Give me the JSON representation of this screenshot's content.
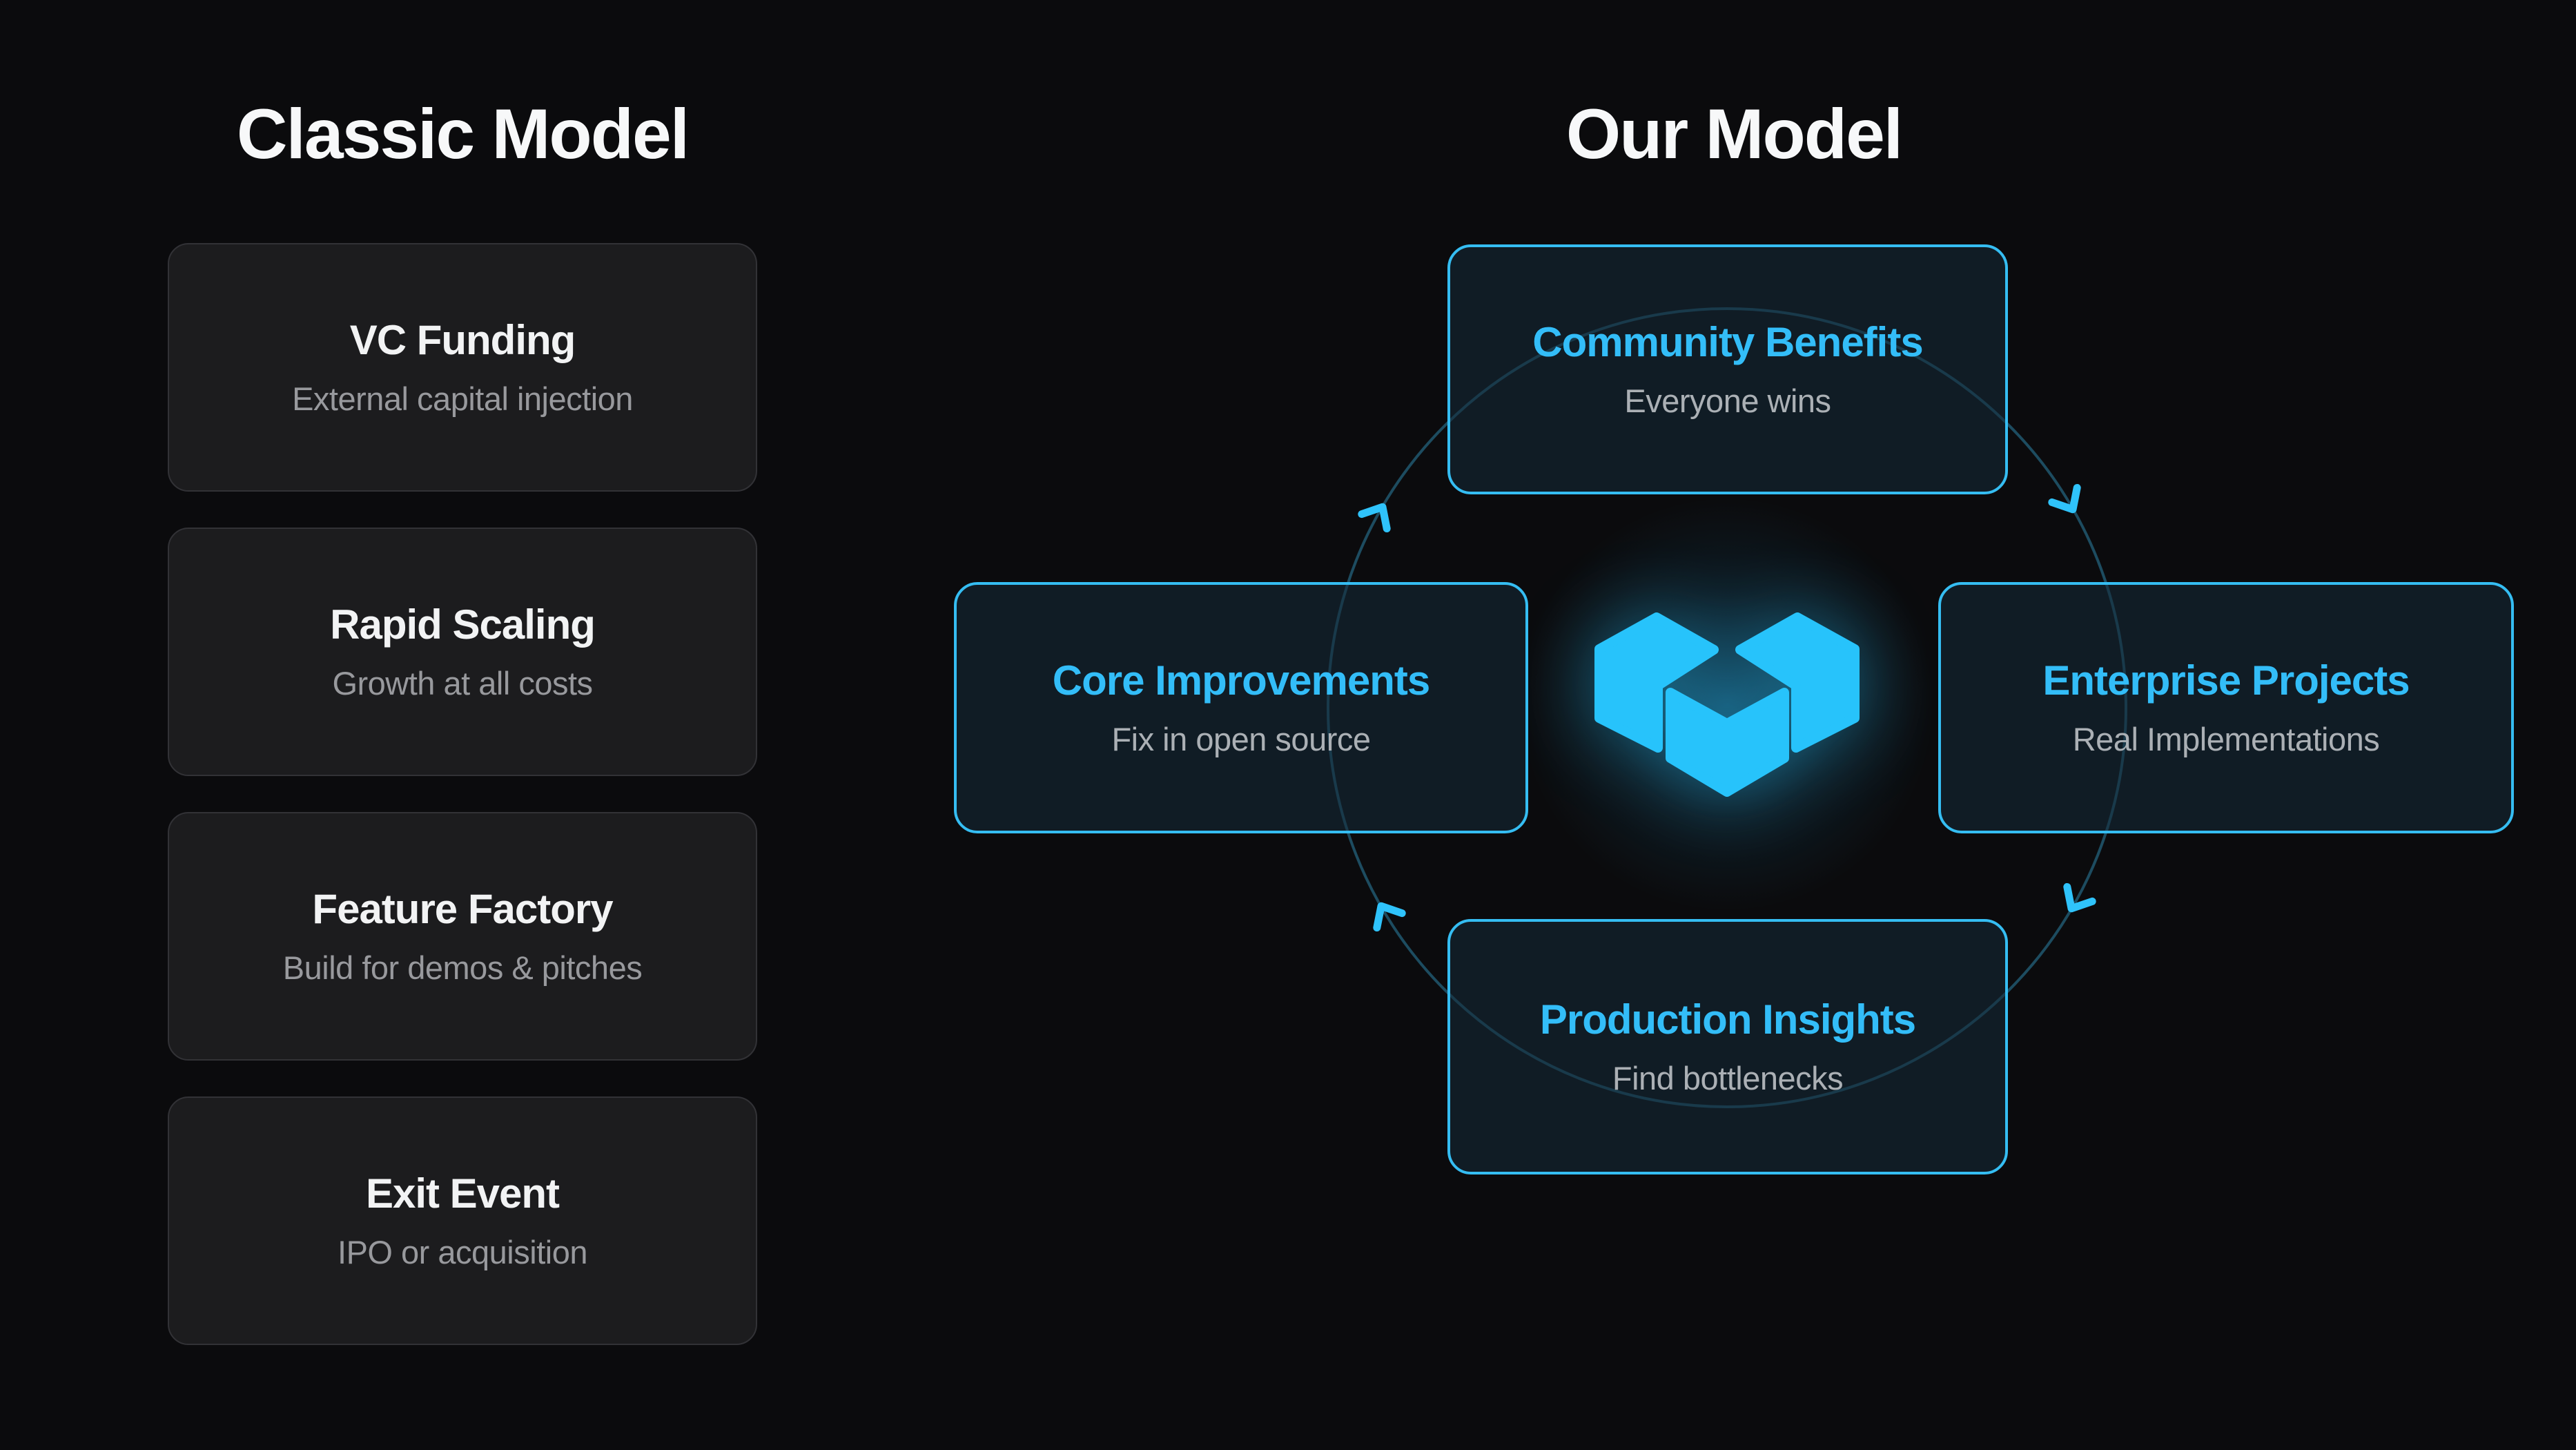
{
  "left_panel": {
    "title": "Classic Model",
    "cards": [
      {
        "title": "VC Funding",
        "subtitle": "External capital injection"
      },
      {
        "title": "Rapid Scaling",
        "subtitle": "Growth at all costs"
      },
      {
        "title": "Feature Factory",
        "subtitle": "Build for demos & pitches"
      },
      {
        "title": "Exit Event",
        "subtitle": "IPO or acquisition"
      }
    ]
  },
  "right_panel": {
    "title": "Our Model",
    "cycle_direction": "clockwise",
    "center_icon": "isometric-cube-logo",
    "cards": [
      {
        "position": "top",
        "title": "Community Benefits",
        "subtitle": "Everyone wins"
      },
      {
        "position": "right",
        "title": "Enterprise Projects",
        "subtitle": "Real Implementations"
      },
      {
        "position": "bottom",
        "title": "Production Insights",
        "subtitle": "Find bottlenecks"
      },
      {
        "position": "left",
        "title": "Core Improvements",
        "subtitle": "Fix in open source"
      }
    ]
  },
  "colors": {
    "background": "#0b0b0d",
    "accent_cyan": "#33bdf8",
    "logo_cyan": "#27c3fb",
    "cycle_card_border": "#35bdf2",
    "cycle_card_bg": "#0c1a23",
    "classic_card_bg": "#1c1c1e",
    "classic_card_border": "#323236",
    "heading_text": "#f7f8f9",
    "muted_text_left": "#98999d",
    "muted_text_right": "#abb0b5",
    "circle_stroke": "#1d4c60"
  }
}
